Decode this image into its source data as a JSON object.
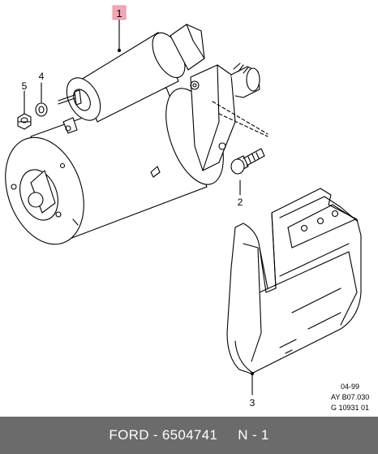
{
  "callouts": {
    "starter_motor": "1",
    "bolt": "2",
    "heat_shield": "3",
    "washer": "4",
    "nut": "5"
  },
  "stamp": {
    "date": "04-99",
    "ref_1": "AY B07.030",
    "ref_2": "G 10931 01"
  },
  "footer": {
    "brand": "FORD",
    "separator": " - ",
    "part_number": "6504741",
    "quantity": "N - 1"
  },
  "colors": {
    "callout_highlight": "#f4a6b4",
    "footer_background": "#6b6b6b",
    "line_art": "#000000"
  }
}
